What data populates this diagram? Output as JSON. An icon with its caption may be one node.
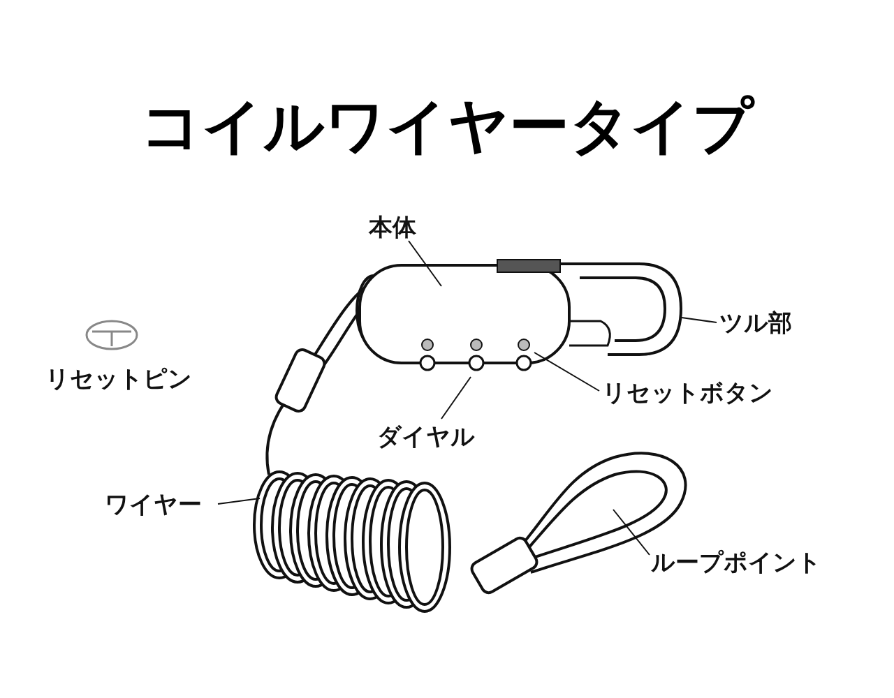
{
  "diagram": {
    "title": "コイルワイヤータイプ",
    "nodes": [
      {
        "text": [
          "本体"
        ]
      },
      {
        "text": [
          "ツル部"
        ]
      },
      {
        "text": [
          "リセットボタン"
        ]
      },
      {
        "text": [
          "ダイヤル"
        ]
      },
      {
        "text": [
          "ワイヤー"
        ]
      },
      {
        "text": [
          "ループポイント"
        ]
      }
    ],
    "edges": [
      {
        "from": 0,
        "to": null,
        "arrow": "none"
      },
      {
        "from": 1,
        "to": null,
        "arrow": "none"
      },
      {
        "from": 2,
        "to": null,
        "arrow": "none"
      },
      {
        "from": 3,
        "to": null,
        "arrow": "none"
      },
      {
        "from": 4,
        "to": null,
        "arrow": "none"
      },
      {
        "from": 5,
        "to": null,
        "arrow": "none"
      }
    ],
    "labels": [
      "リセットピン"
    ]
  }
}
